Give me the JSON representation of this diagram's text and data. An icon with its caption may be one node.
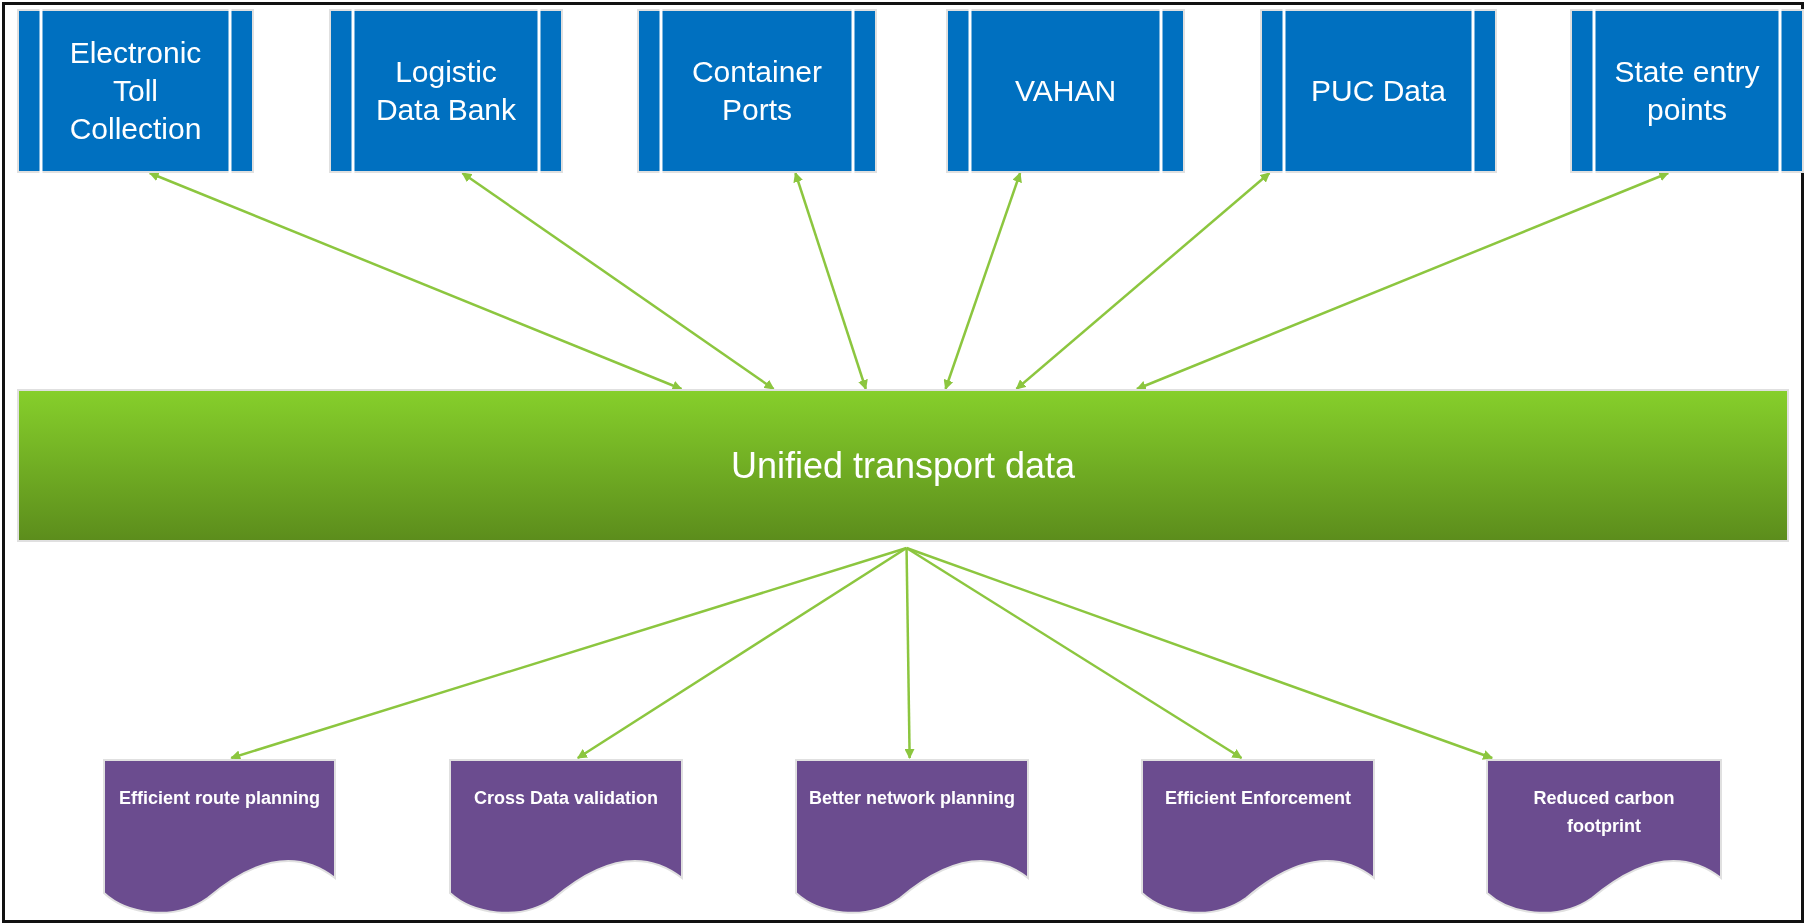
{
  "diagram": {
    "nodes": [
      {
        "text": [
          "Electronic Toll Collection"
        ]
      },
      {
        "text": [
          "Logistic Data Bank"
        ]
      },
      {
        "text": [
          "Container Ports"
        ]
      },
      {
        "text": [
          "VAHAN"
        ]
      },
      {
        "text": [
          "PUC Data"
        ]
      },
      {
        "text": [
          "State entry points"
        ]
      },
      {
        "text": [
          "Unified transport data"
        ]
      },
      {
        "text": [
          "Efficient route planning"
        ]
      },
      {
        "text": [
          "Cross Data validation"
        ]
      },
      {
        "text": [
          "Better network planning"
        ]
      },
      {
        "text": [
          "Efficient Enforcement"
        ]
      },
      {
        "text": [
          "Reduced carbon footprint"
        ]
      }
    ],
    "edges": [
      {
        "from": 0,
        "to": 6,
        "arrow": "both"
      },
      {
        "from": 1,
        "to": 6,
        "arrow": "both"
      },
      {
        "from": 2,
        "to": 6,
        "arrow": "both"
      },
      {
        "from": 3,
        "to": 6,
        "arrow": "both"
      },
      {
        "from": 4,
        "to": 6,
        "arrow": "both"
      },
      {
        "from": 5,
        "to": 6,
        "arrow": "both"
      },
      {
        "from": 6,
        "to": 7,
        "arrow": "to"
      },
      {
        "from": 6,
        "to": 8,
        "arrow": "to"
      },
      {
        "from": 6,
        "to": 9,
        "arrow": "to"
      },
      {
        "from": 6,
        "to": 10,
        "arrow": "to"
      },
      {
        "from": 6,
        "to": 11,
        "arrow": "to"
      }
    ]
  }
}
